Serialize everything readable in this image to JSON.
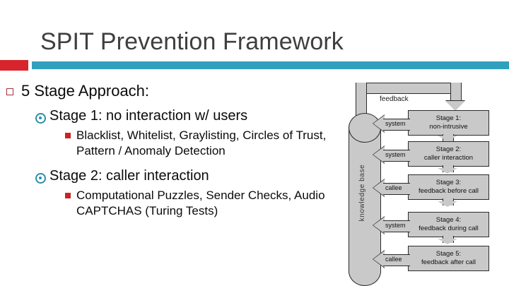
{
  "slide": {
    "title": "SPIT Prevention Framework",
    "accent_red": "#d8242c",
    "accent_teal": "#31a0bd",
    "title_color": "#3f3f3f"
  },
  "bullets": {
    "level1": "5 Stage Approach:",
    "stage1_heading": "Stage 1: no interaction w/ users",
    "stage1_detail": "Blacklist, Whitelist, Graylisting, Circles of Trust, Pattern / Anomaly Detection",
    "stage2_heading": "Stage 2: caller interaction",
    "stage2_detail": "Computational Puzzles, Sender Checks, Audio CAPTCHAS (Turing Tests)"
  },
  "diagram": {
    "feedback_label": "feedback",
    "knowledge_base_label": "knowledge base",
    "stages": [
      {
        "title": "Stage 1:",
        "subtitle": "non-intrusive",
        "actor": "system"
      },
      {
        "title": "Stage 2:",
        "subtitle": "caller interaction",
        "actor": "system"
      },
      {
        "title": "Stage 3:",
        "subtitle": "feedback before call",
        "actor": "callee"
      },
      {
        "title": "Stage 4:",
        "subtitle": "feedback during call",
        "actor": "system"
      },
      {
        "title": "Stage 5:",
        "subtitle": "feedback after call",
        "actor": "callee"
      }
    ],
    "fill_color": "#c9c9c9",
    "stroke_color": "#2b2b2b"
  }
}
